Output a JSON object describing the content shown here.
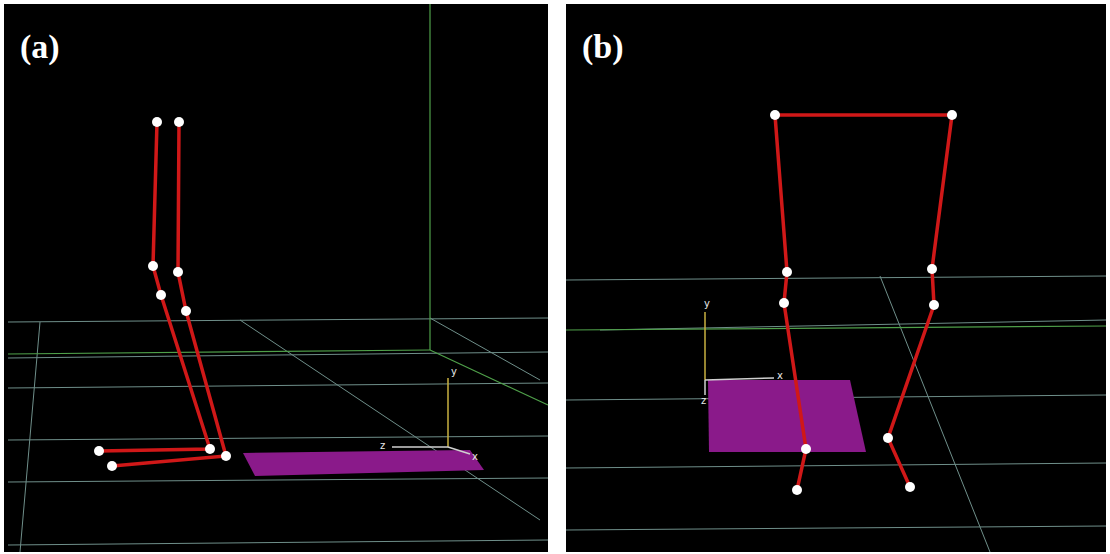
{
  "diagram": {
    "labels": [
      "(a)",
      "y",
      "z",
      "x",
      "(b)",
      "y",
      "x",
      "z"
    ]
  }
}
